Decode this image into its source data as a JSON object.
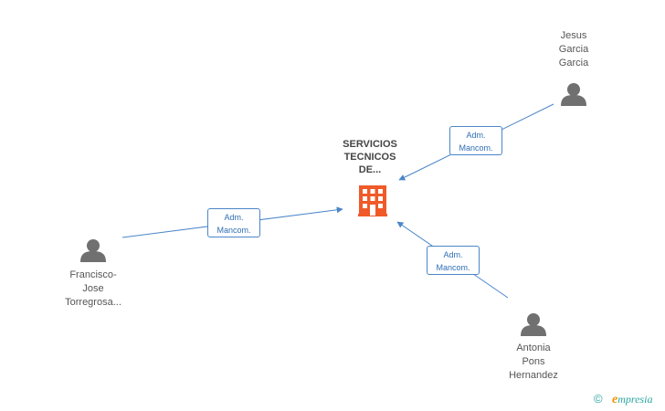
{
  "company": {
    "name_lines": [
      "SERVICIOS",
      "TECNICOS",
      "DE..."
    ],
    "icon": "building-icon",
    "color": "#f05a28"
  },
  "people": [
    {
      "id": "jesus",
      "name_lines": [
        "Jesus",
        "Garcia",
        "Garcia"
      ],
      "icon": "person-icon"
    },
    {
      "id": "francisco",
      "name_lines": [
        "Francisco-",
        "Jose",
        "Torregrosa..."
      ],
      "icon": "person-icon"
    },
    {
      "id": "antonia",
      "name_lines": [
        "Antonia",
        "Pons",
        "Hernandez"
      ],
      "icon": "person-icon"
    }
  ],
  "relations": [
    {
      "from": "jesus",
      "role_lines": [
        "Adm.",
        "Mancom."
      ]
    },
    {
      "from": "francisco",
      "role_lines": [
        "Adm.",
        "Mancom."
      ]
    },
    {
      "from": "antonia",
      "role_lines": [
        "Adm.",
        "Mancom."
      ]
    }
  ],
  "footer": {
    "copyright_symbol": "©",
    "brand_first": "e",
    "brand_rest": "mpresia"
  },
  "colors": {
    "edge": "#4a86c8",
    "person": "#707070",
    "brand": "#2aa6a0",
    "brand_accent": "#f29400"
  }
}
